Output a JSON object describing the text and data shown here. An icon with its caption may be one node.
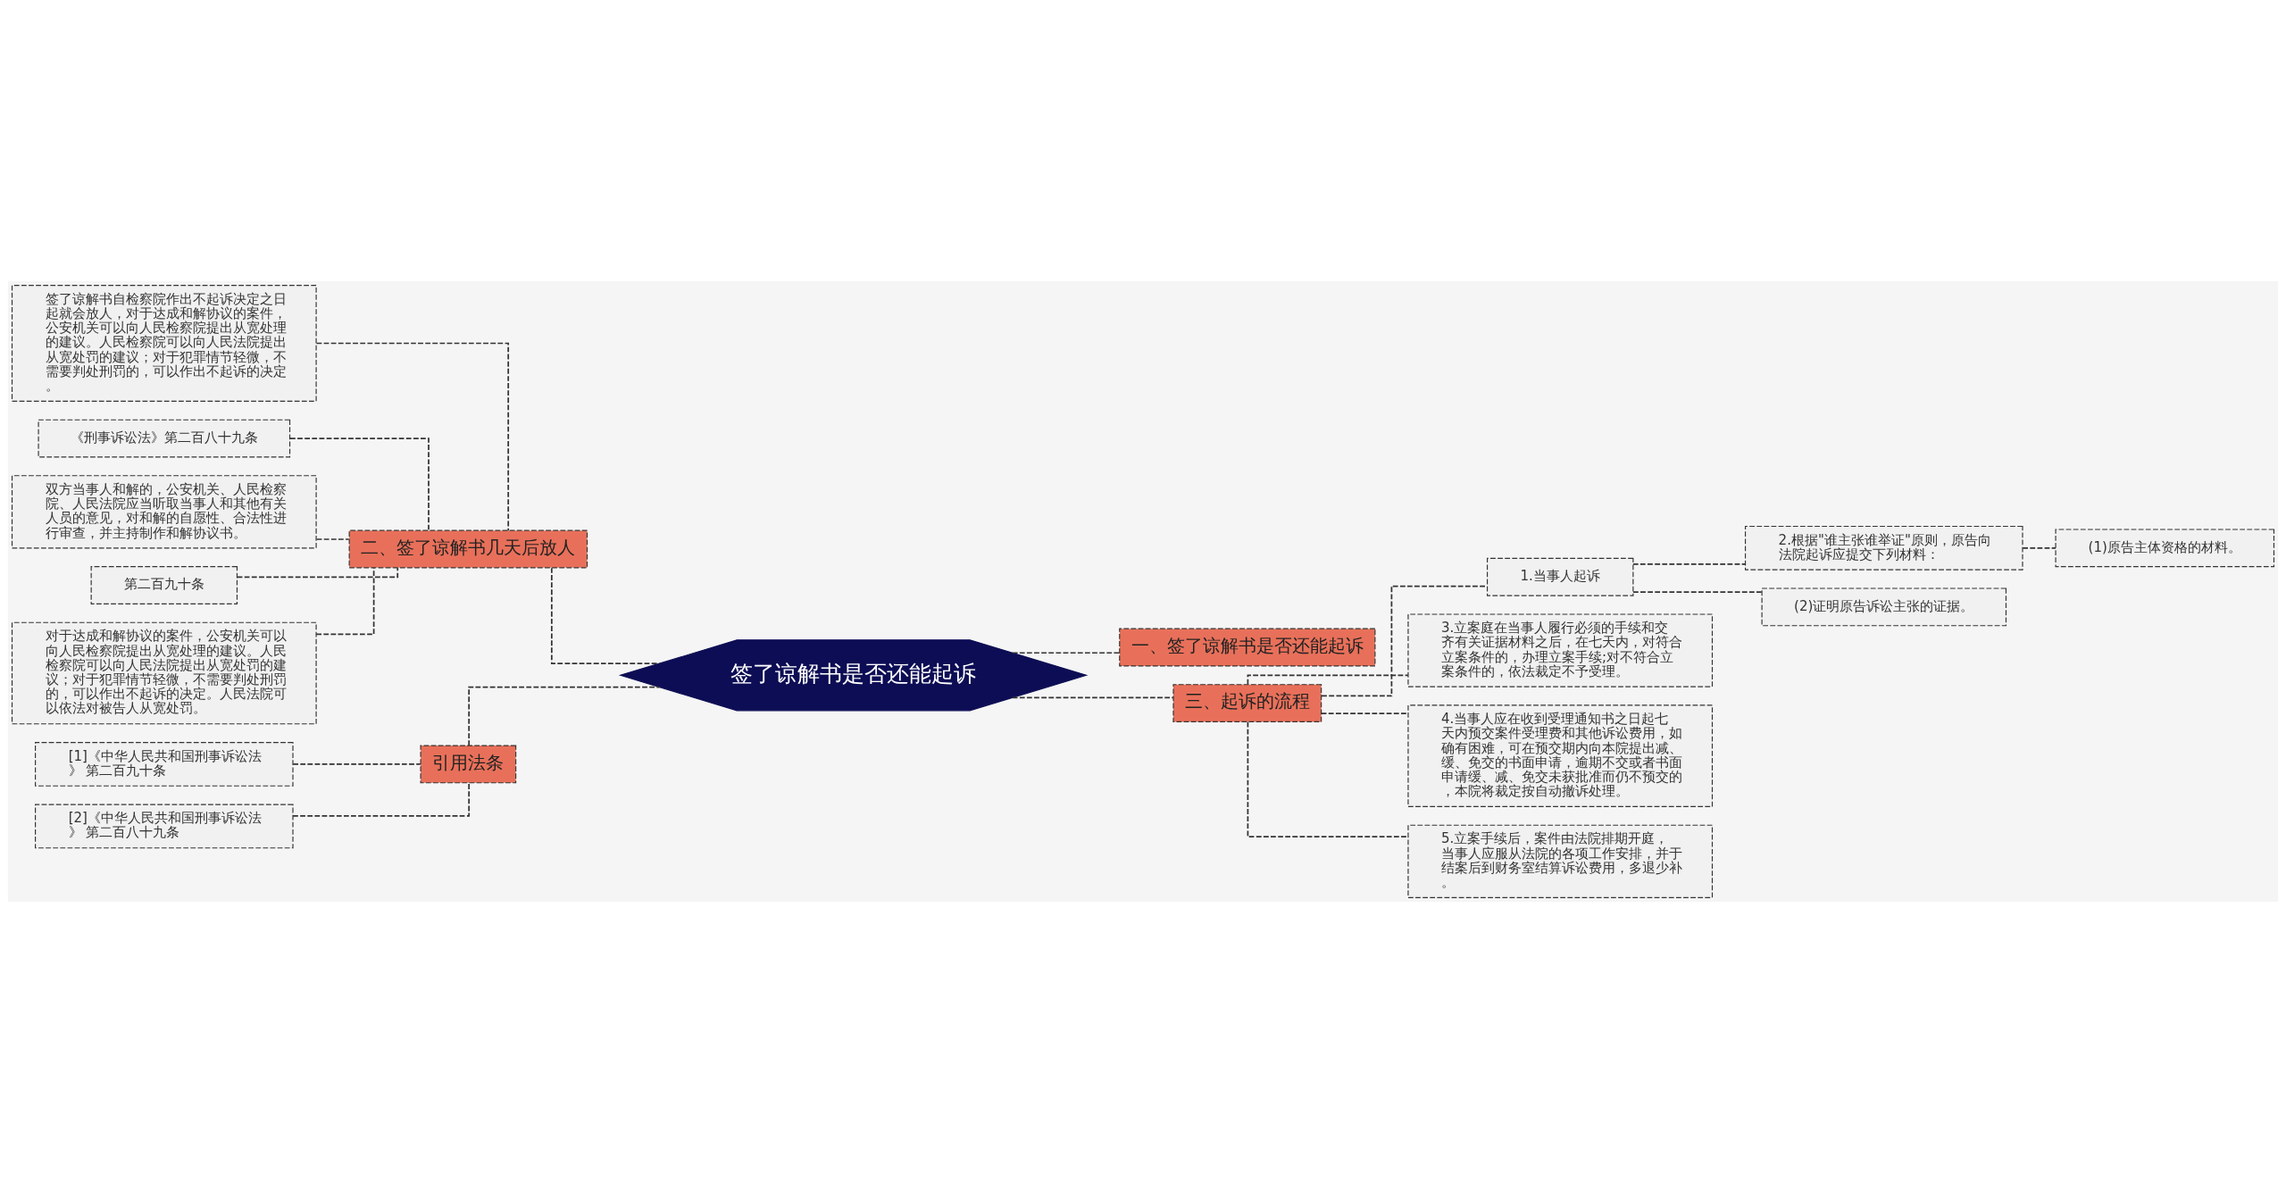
{
  "diagram": {
    "nodes": [
      {
        "text": [
          "签了谅解书是否还能起诉"
        ]
      },
      {
        "text": [
          "二、签了谅解书几天后放人"
        ]
      },
      {
        "text": [
          "签了谅解书自检察院作出不起诉决定之日起就会放人，对于达成和解协议的案件，公安机关可以向人民检察院提出从宽处理的建议。人民检察院可以向人民法院提出从宽处罚的建议；对于犯罪情节轻微，不需要判处刑罚的，可以作出不起诉的决定。"
        ]
      },
      {
        "text": [
          "《刑事诉讼法》第二百八十九条"
        ]
      },
      {
        "text": [
          "双方当事人和解的，公安机关、人民检察院、人民法院应当听取当事人和其他有关人员的意见，对和解的自愿性、合法性进行审查，并主持制作和解协议书。"
        ]
      },
      {
        "text": [
          "第二百九十条"
        ]
      },
      {
        "text": [
          "对于达成和解协议的案件，公安机关可以向人民检察院提出从宽处理的建议。人民检察院可以向人民法院提出从宽处罚的建议；对于犯罪情节轻微，不需要判处刑罚的，可以作出不起诉的决定。人民法院可以依法对被告人从宽处罚。"
        ]
      },
      {
        "text": [
          "引用法条"
        ]
      },
      {
        "text": [
          "[1]《中华人民共和国刑事诉讼法》 第二百九十条"
        ]
      },
      {
        "text": [
          "[2]《中华人民共和国刑事诉讼法》 第二百八十九条"
        ]
      },
      {
        "text": [
          "一、签了谅解书是否还能起诉"
        ]
      },
      {
        "text": [
          "三、起诉的流程"
        ]
      },
      {
        "text": [
          "1.当事人起诉"
        ]
      },
      {
        "text": [
          "2.根据\"谁主张谁举证\"原则，原告向法院起诉应提交下列材料："
        ]
      },
      {
        "text": [
          "(1)原告主体资格的材料。"
        ]
      },
      {
        "text": [
          "(2)证明原告诉讼主张的证据。"
        ]
      },
      {
        "text": [
          "3.立案庭在当事人履行必须的手续和交齐有关证据材料之后，在七天内，对符合立案条件的，办理立案手续;对不符合立案条件的，依法裁定不予受理。"
        ]
      },
      {
        "text": [
          "4.当事人应在收到受理通知书之日起七天内预交案件受理费和其他诉讼费用，如确有困难，可在预交期内向本院提出减、缓、免交的书面申请，逾期不交或者书面申请缓、减、免交未获批准而仍不预交的，本院将裁定按自动撤诉处理。"
        ]
      },
      {
        "text": [
          "5.立案手续后，案件由法院排期开庭，当事人应服从法院的各项工作安排，并于结案后到财务室结算诉讼费用，多退少补。"
        ]
      }
    ],
    "edges": [
      {
        "from": 0,
        "to": 1,
        "arrow": "none",
        "style": "dashed"
      },
      {
        "from": 1,
        "to": 2,
        "arrow": "none",
        "style": "dashed"
      },
      {
        "from": 1,
        "to": 3,
        "arrow": "none",
        "style": "dashed"
      },
      {
        "from": 1,
        "to": 4,
        "arrow": "none",
        "style": "dashed"
      },
      {
        "from": 1,
        "to": 5,
        "arrow": "none",
        "style": "dashed"
      },
      {
        "from": 1,
        "to": 6,
        "arrow": "none",
        "style": "dashed"
      },
      {
        "from": 0,
        "to": 7,
        "arrow": "none",
        "style": "dashed"
      },
      {
        "from": 7,
        "to": 8,
        "arrow": "none",
        "style": "dashed"
      },
      {
        "from": 7,
        "to": 9,
        "arrow": "none",
        "style": "dashed"
      },
      {
        "from": 0,
        "to": 10,
        "arrow": "none",
        "style": "dashed"
      },
      {
        "from": 0,
        "to": 11,
        "arrow": "none",
        "style": "dashed"
      },
      {
        "from": 11,
        "to": 12,
        "arrow": "none",
        "style": "dashed"
      },
      {
        "from": 12,
        "to": 13,
        "arrow": "none",
        "style": "dashed"
      },
      {
        "from": 13,
        "to": 14,
        "arrow": "none",
        "style": "dashed"
      },
      {
        "from": 12,
        "to": 15,
        "arrow": "none",
        "style": "dashed"
      },
      {
        "from": 11,
        "to": 16,
        "arrow": "none",
        "style": "dashed"
      },
      {
        "from": 11,
        "to": 17,
        "arrow": "none",
        "style": "dashed"
      },
      {
        "from": 11,
        "to": 18,
        "arrow": "none",
        "style": "dashed"
      }
    ]
  }
}
